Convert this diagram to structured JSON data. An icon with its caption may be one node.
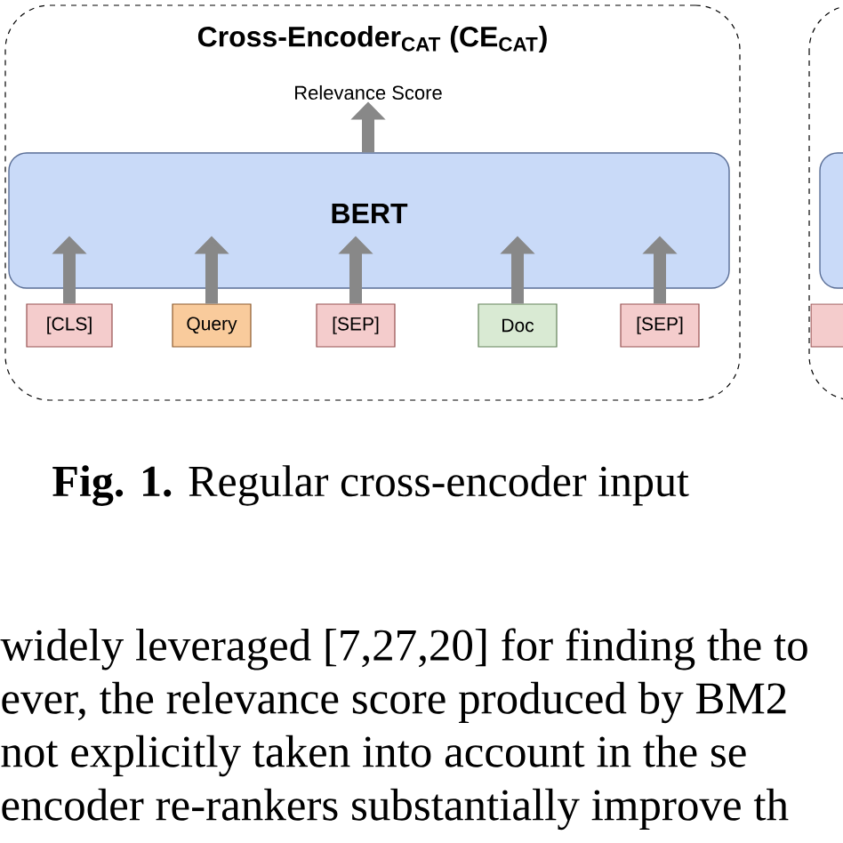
{
  "diagram": {
    "caption": "**Fig. 1.** Regular cross-encoder input",
    "nodes": [
      {
        "text": [
          "Cross-Encoder$_{CAT}$ (CE$_{CAT}$)"
        ]
      },
      {
        "text": [
          "Relevance Score"
        ],
        "in": 0
      },
      {
        "text": [
          "BERT"
        ],
        "in": 0
      },
      {
        "text": [
          "[CLS]"
        ],
        "in": 0
      },
      {
        "text": [
          "Query"
        ],
        "in": 0
      },
      {
        "text": [
          "[SEP]"
        ],
        "in": 0
      },
      {
        "text": [
          "Doc"
        ],
        "in": 0
      },
      {
        "text": [
          "[SEP]"
        ],
        "in": 0
      }
    ],
    "edges": [
      {
        "from": 2,
        "to": 1,
        "arrow": "to"
      },
      {
        "from": 3,
        "to": 2,
        "arrow": "to"
      },
      {
        "from": 4,
        "to": 2,
        "arrow": "to"
      },
      {
        "from": 5,
        "to": 2,
        "arrow": "to"
      },
      {
        "from": 6,
        "to": 2,
        "arrow": "to"
      },
      {
        "from": 7,
        "to": 2,
        "arrow": "to"
      }
    ],
    "labels": [
      "widely leveraged [7,27,20] for finding the to",
      "ever, the relevance score produced by BM2",
      "not explicitly taken into account in the se",
      "encoder re-rankers substantially improve th"
    ]
  }
}
